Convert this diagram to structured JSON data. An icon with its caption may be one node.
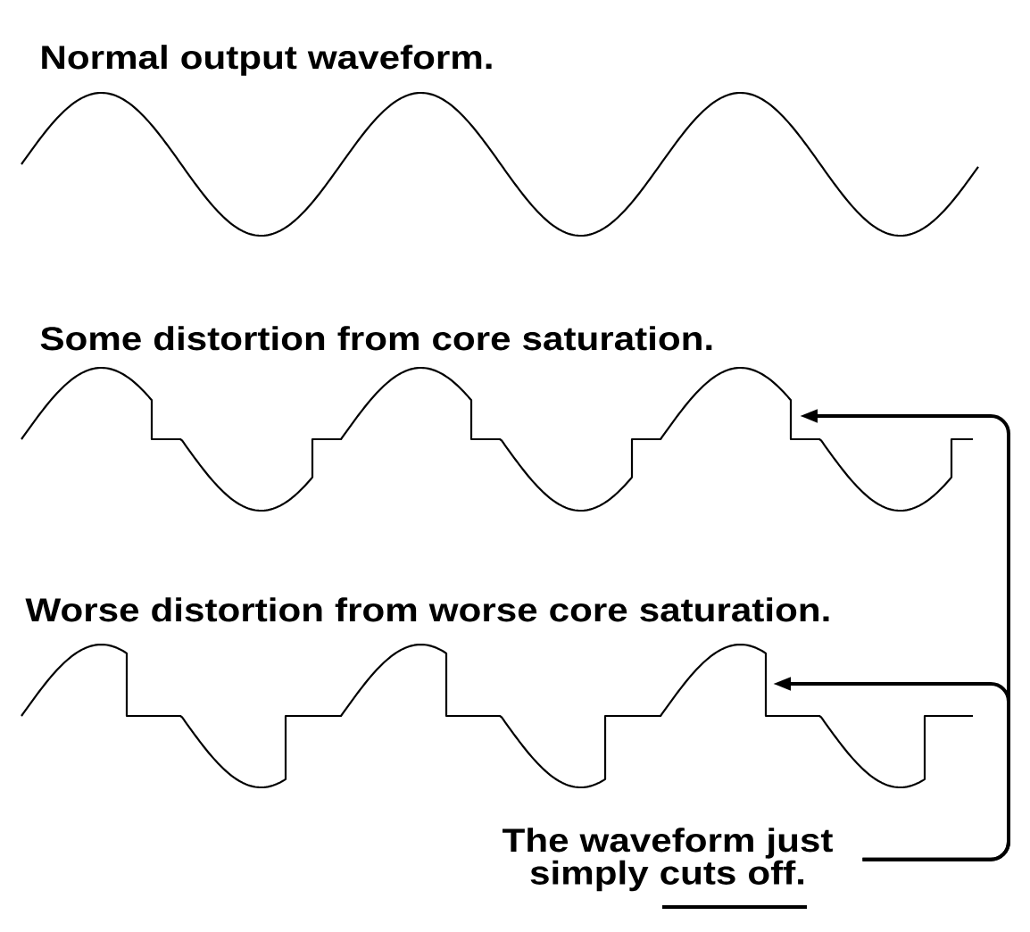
{
  "diagram": {
    "nodes": [
      {
        "text": [],
        "shape": "picture",
        "beside": [
          "Normal output waveform."
        ]
      },
      {
        "text": [],
        "shape": "picture",
        "beside": [
          "Some distortion from core saturation."
        ]
      },
      {
        "text": [],
        "shape": "picture",
        "beside": [
          "Worse distortion from worse core saturation."
        ]
      },
      {
        "text": [
          "The waveform just simply cuts off."
        ]
      }
    ],
    "edges": [
      {
        "from": 3,
        "to": 1,
        "arrow": "to"
      },
      {
        "from": 3,
        "to": 2,
        "arrow": "to"
      }
    ]
  }
}
